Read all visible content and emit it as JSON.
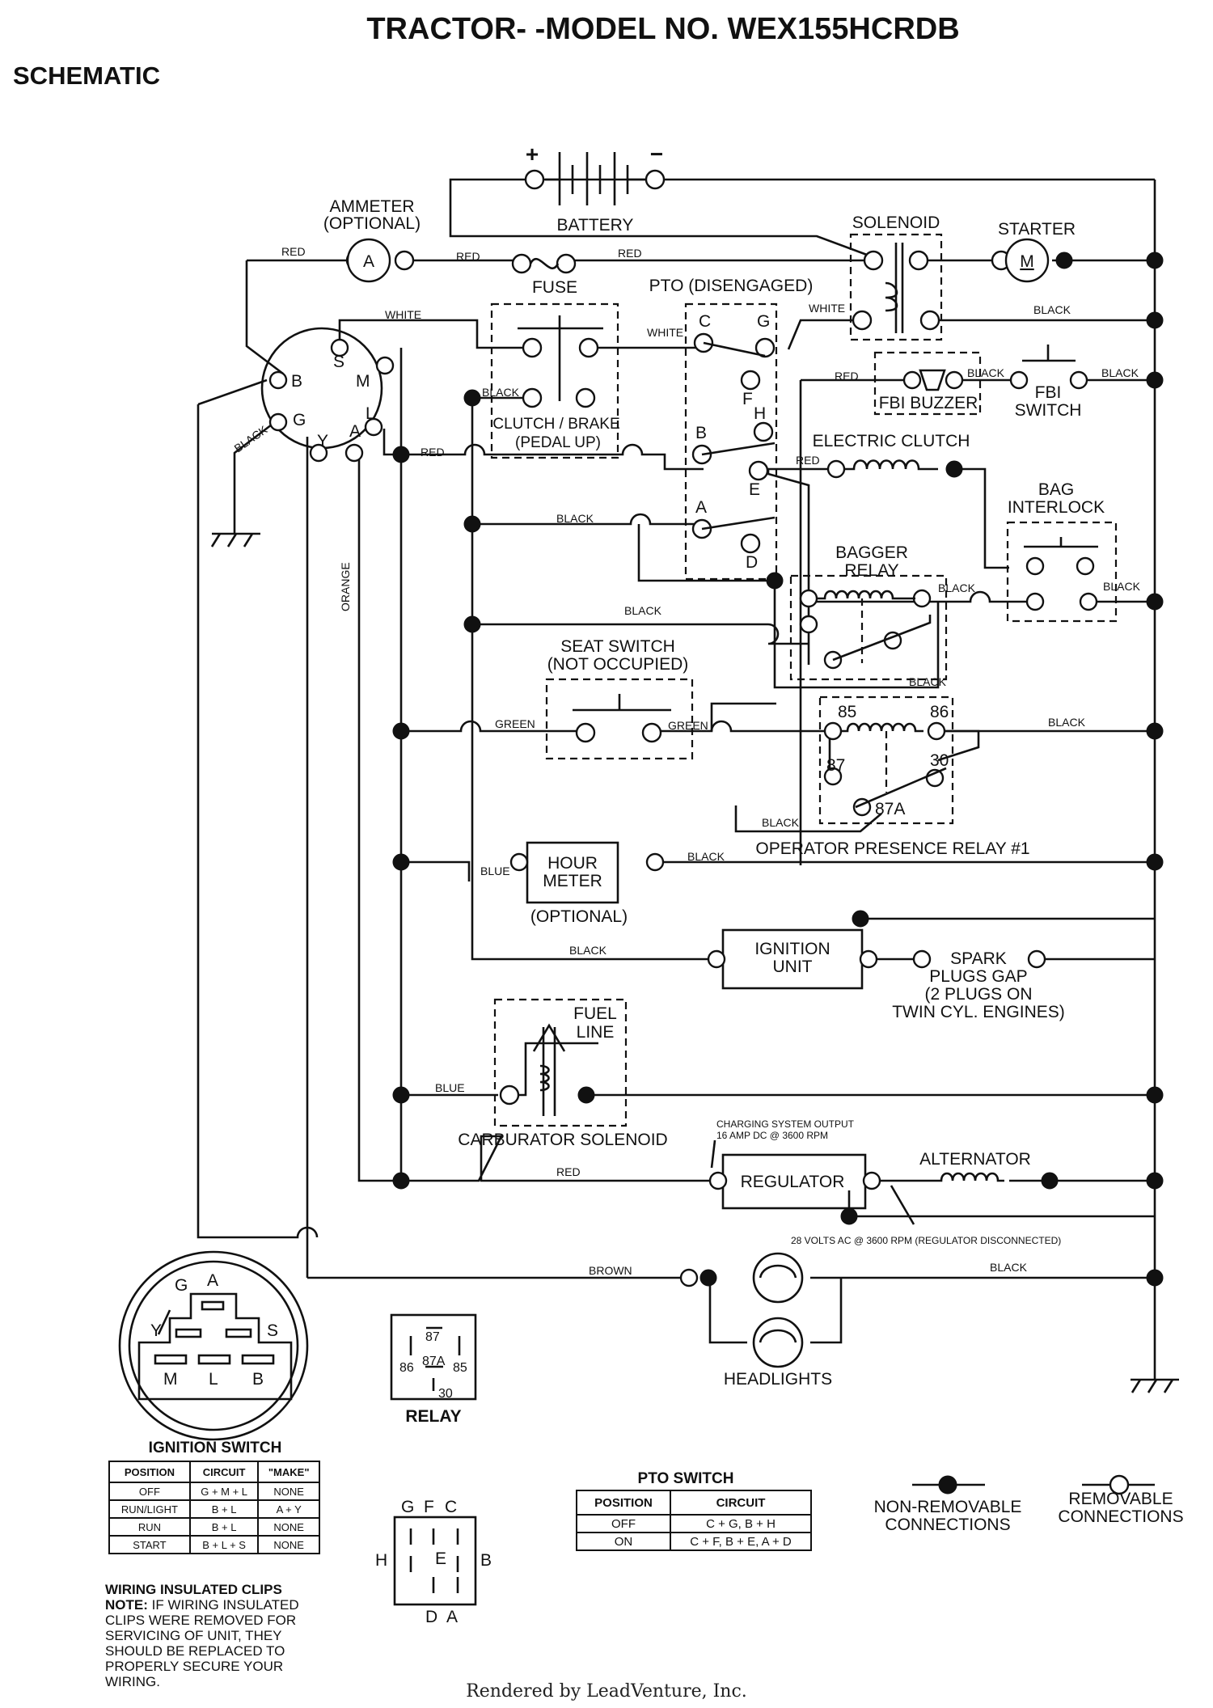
{
  "title": "TRACTOR- -MODEL NO. WEX155HCRDB",
  "subtitle": "SCHEMATIC",
  "components": {
    "battery": "BATTERY",
    "battery_pos": "+",
    "battery_neg": "−",
    "ammeter": "AMMETER",
    "ammeter_opt": "(OPTIONAL)",
    "ammeter_symbol": "A",
    "fuse": "FUSE",
    "solenoid": "SOLENOID",
    "starter": "STARTER",
    "starter_symbol": "M",
    "pto": "PTO (DISENGAGED)",
    "clutch_brake_1": "CLUTCH / BRAKE",
    "clutch_brake_2": "(PEDAL UP)",
    "fbi_buzzer": "FBI BUZZER",
    "fbi_switch_1": "FBI",
    "fbi_switch_2": "SWITCH",
    "electric_clutch": "ELECTRIC CLUTCH",
    "bag_interlock_1": "BAG",
    "bag_interlock_2": "INTERLOCK",
    "bagger_relay_1": "BAGGER",
    "bagger_relay_2": "RELAY",
    "seat_switch_1": "SEAT SWITCH",
    "seat_switch_2": "(NOT OCCUPIED)",
    "operator_relay": "OPERATOR PRESENCE RELAY #1",
    "hour_meter_1": "HOUR",
    "hour_meter_2": "METER",
    "hour_meter_opt": "(OPTIONAL)",
    "ignition_unit_1": "IGNITION",
    "ignition_unit_2": "UNIT",
    "spark_1": "SPARK",
    "spark_2": "PLUGS GAP",
    "spark_3": "(2 PLUGS ON",
    "spark_4": "TWIN CYL. ENGINES)",
    "fuel_line_1": "FUEL",
    "fuel_line_2": "LINE",
    "carb_solenoid": "CARBURATOR SOLENOID",
    "charging_1": "CHARGING SYSTEM OUTPUT",
    "charging_2": "16 AMP DC @ 3600 RPM",
    "regulator": "REGULATOR",
    "alternator": "ALTERNATOR",
    "ac_volts": "28 VOLTS AC @ 3600 RPM (REGULATOR DISCONNECTED)",
    "headlights": "HEADLIGHTS",
    "relay": "RELAY"
  },
  "wire_colors": {
    "red": "RED",
    "white": "WHITE",
    "black": "BLACK",
    "green": "GREEN",
    "blue": "BLUE",
    "orange": "ORANGE",
    "brown": "BROWN"
  },
  "terminals": {
    "ignition": [
      "S",
      "M",
      "B",
      "G",
      "L",
      "A",
      "Y"
    ],
    "pto": [
      "C",
      "G",
      "F",
      "H",
      "B",
      "E",
      "A",
      "D"
    ],
    "relay": [
      "85",
      "86",
      "87",
      "30",
      "87A"
    ]
  },
  "ignition_switch": {
    "title": "IGNITION SWITCH",
    "headers": [
      "POSITION",
      "CIRCUIT",
      "\"MAKE\""
    ],
    "rows": [
      [
        "OFF",
        "G + M + L",
        "NONE"
      ],
      [
        "RUN/LIGHT",
        "B + L",
        "A + Y"
      ],
      [
        "RUN",
        "B + L",
        "NONE"
      ],
      [
        "START",
        "B + L + S",
        "NONE"
      ]
    ]
  },
  "pto_switch": {
    "title": "PTO SWITCH",
    "headers": [
      "POSITION",
      "CIRCUIT"
    ],
    "rows": [
      [
        "OFF",
        "C + G, B + H"
      ],
      [
        "ON",
        "C + F, B + E, A + D"
      ]
    ]
  },
  "wiring_clips": {
    "title": "WIRING INSULATED CLIPS",
    "note_label": "NOTE:",
    "note_text": "IF WIRING INSULATED CLIPS WERE REMOVED FOR SERVICING OF UNIT, THEY SHOULD BE REPLACED TO PROPERLY SECURE YOUR WIRING."
  },
  "legend": {
    "non_removable_1": "NON-REMOVABLE",
    "non_removable_2": "CONNECTIONS",
    "removable_1": "REMOVABLE",
    "removable_2": "CONNECTIONS"
  },
  "footer": "Rendered by LeadVenture, Inc."
}
